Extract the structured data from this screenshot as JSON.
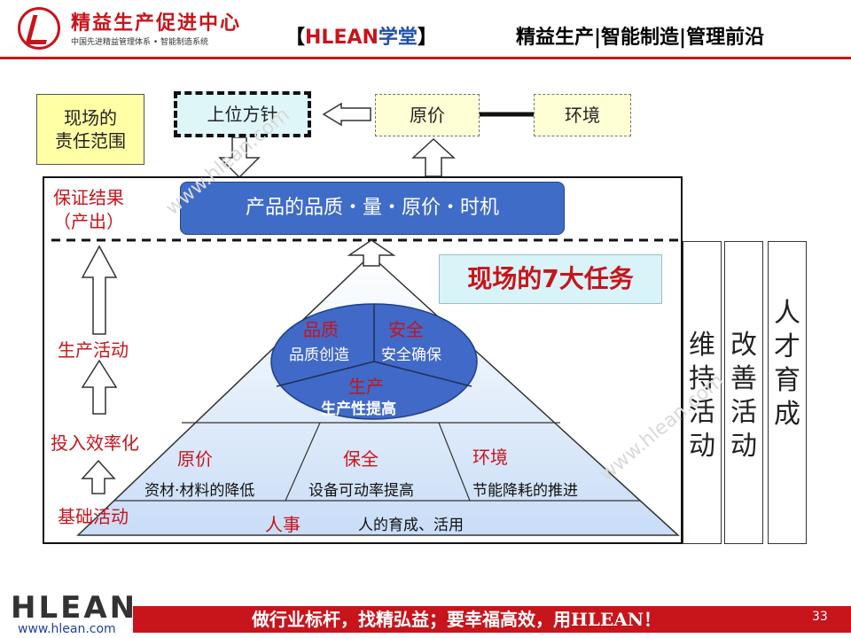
{
  "header": {
    "org_name": "精益生产促进中心",
    "org_subtitle": "中国先进精益管理体系 • 智能制造系统",
    "brand_open": "【",
    "brand_main": "HLEAN",
    "brand_study": "学堂",
    "brand_close": "】",
    "tagline": "精益生产|智能制造|管理前沿"
  },
  "top_row": {
    "scope": "现场的\n责任范围",
    "policy": "上位方针",
    "cost": "原价",
    "environment": "环境"
  },
  "output_box": "产品的品质・量・原价・时机",
  "left_labels": {
    "output": "保证结果\n（产出）",
    "production": "生产活动",
    "efficiency": "投入效率化",
    "basic": "基础活动"
  },
  "seven_tasks": "现场的7大任务",
  "ellipse": {
    "quality_title": "品质",
    "quality_desc": "品质创造",
    "safety_title": "安全",
    "safety_desc": "安全确保",
    "production_title": "生产",
    "production_desc": "生产性提高"
  },
  "middle_row": {
    "cost_title": "原价",
    "cost_desc": "资材·材料的降低",
    "maintenance_title": "保全",
    "maintenance_desc": "设备可动率提高",
    "environment_title": "环境",
    "environment_desc": "节能降耗的推进"
  },
  "bottom_row": {
    "personnel_title": "人事",
    "personnel_desc": "人的育成、活用"
  },
  "side_columns": {
    "maintain": "维\n持\n活\n动",
    "improve": "改\n善\n活\n动",
    "people": "人\n才\n育\n成"
  },
  "footer": {
    "logo": "HLEAN",
    "url": "www.hlean.com",
    "slogan": "做行业标杆，找精弘益；要幸福高效，用HLEAN！",
    "page_number": "33"
  },
  "colors": {
    "brand_red": "#c8141b",
    "output_blue": "#3f6cc7",
    "ellipse_blue": "#4169c7",
    "triangle_light": "#dce9fb"
  }
}
